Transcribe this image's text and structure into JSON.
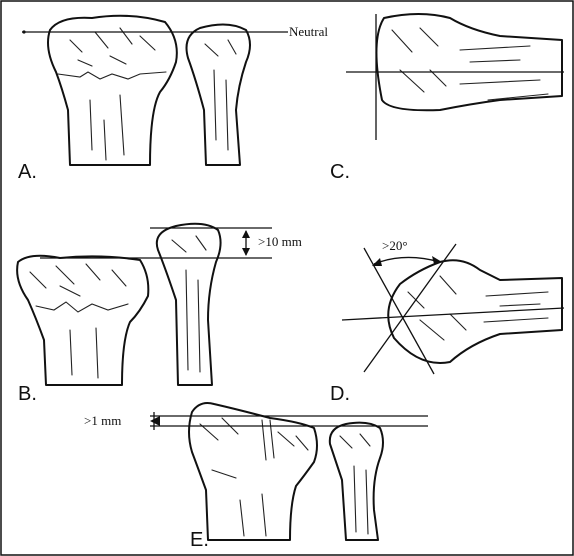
{
  "figure": {
    "labels": {
      "a": "A.",
      "b": "B.",
      "c": "C.",
      "d": "D.",
      "e": "E."
    },
    "annotations": {
      "neutral": "Neutral",
      "radial_shortening": ">10 mm",
      "dorsal_tilt": ">20°",
      "articular_step": ">1 mm"
    }
  }
}
